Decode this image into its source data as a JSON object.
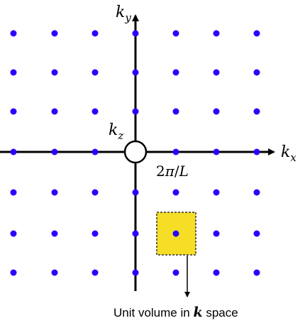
{
  "axes": {
    "x": {
      "base": "k",
      "sub": "x"
    },
    "y": {
      "base": "k",
      "sub": "y"
    },
    "z": {
      "base": "k",
      "sub": "z"
    }
  },
  "spacing_label": {
    "prefix": "2",
    "pi": "π",
    "slash": "/",
    "L": "L"
  },
  "caption": {
    "before": "Unit volume in ",
    "k": "k",
    "after": " space"
  },
  "colors": {
    "point": "#2a00ff",
    "cell_fill": "#f6dd26",
    "axis": "#000000"
  },
  "lattice": {
    "columns": [
      -3,
      -2,
      -1,
      0,
      1,
      2,
      3
    ],
    "rows": [
      3,
      2,
      1,
      0,
      -1,
      -2,
      -3
    ]
  },
  "highlighted_point": [
    1,
    -2
  ]
}
